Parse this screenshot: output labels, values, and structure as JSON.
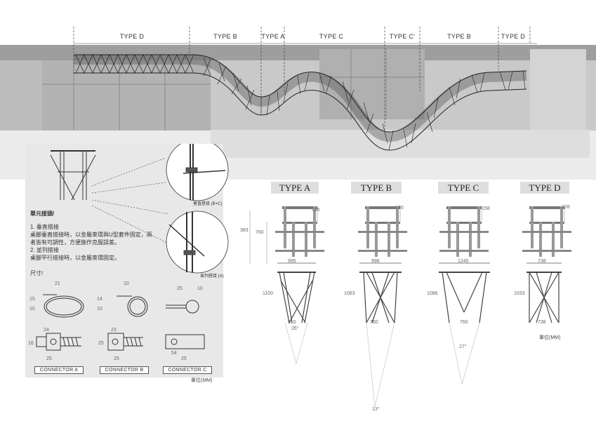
{
  "banner": {
    "segments": [
      "TYPE D",
      "TYPE B",
      "TYPE A",
      "TYPE C",
      "TYPE C'",
      "TYPE B",
      "TYPE D"
    ]
  },
  "connection_panel": {
    "title": "單元接頭/",
    "text_1": "1. 垂直搭接\n桌腳垂直搭接時，以金屬束環與U型套件固定，兩\n者皆有可調性，方便施作克服誤差。",
    "text_2": "2. 並列搭接\n桌腳平行搭接時，以金屬束環固定。",
    "callout_top_caption": "垂直搭接 (B+C)",
    "callout_bottom_caption": "並列搭接 (A)",
    "size_title": "尺寸/",
    "connectors": [
      {
        "label": "CONNECTOR  A",
        "dims": {
          "clip_top": "21",
          "clip_side_1": "15",
          "clip_side_2": "10",
          "band_top": "24",
          "band_side": "16",
          "band_bottom": "25"
        }
      },
      {
        "label": "CONNECTOR  B",
        "dims": {
          "clip_top": "10",
          "clip_side_1": "14",
          "clip_side_2": "10",
          "band_top": "23",
          "band_side": "25",
          "band_bottom": "25"
        }
      },
      {
        "label": "CONNECTOR  C",
        "dims": {
          "clip_top_1": "25",
          "clip_top_2": "10",
          "band_top": "54",
          "band_bottom": "25"
        }
      }
    ],
    "unit": "單位(MM)"
  },
  "types": [
    {
      "name": "TYPE A",
      "top_dim": "146",
      "left_dims": [
        "383",
        "760"
      ],
      "width_dim": "995",
      "height_dim": "1100",
      "base_dim": "510",
      "angle": "26°",
      "deep_angle": "13°"
    },
    {
      "name": "TYPE B",
      "top_dim": "190",
      "width_dim": "996",
      "height_dim": "1063",
      "base_dim": "760"
    },
    {
      "name": "TYPE C",
      "top_dim": "158",
      "width_dim": "1245",
      "height_dim": "1086",
      "base_dim": "760",
      "angle": "27°"
    },
    {
      "name": "TYPE D",
      "top_dim": "228",
      "width_dim": "738",
      "height_dim": "1033",
      "base_dim": "738"
    }
  ],
  "types_unit": "單位(MM)"
}
